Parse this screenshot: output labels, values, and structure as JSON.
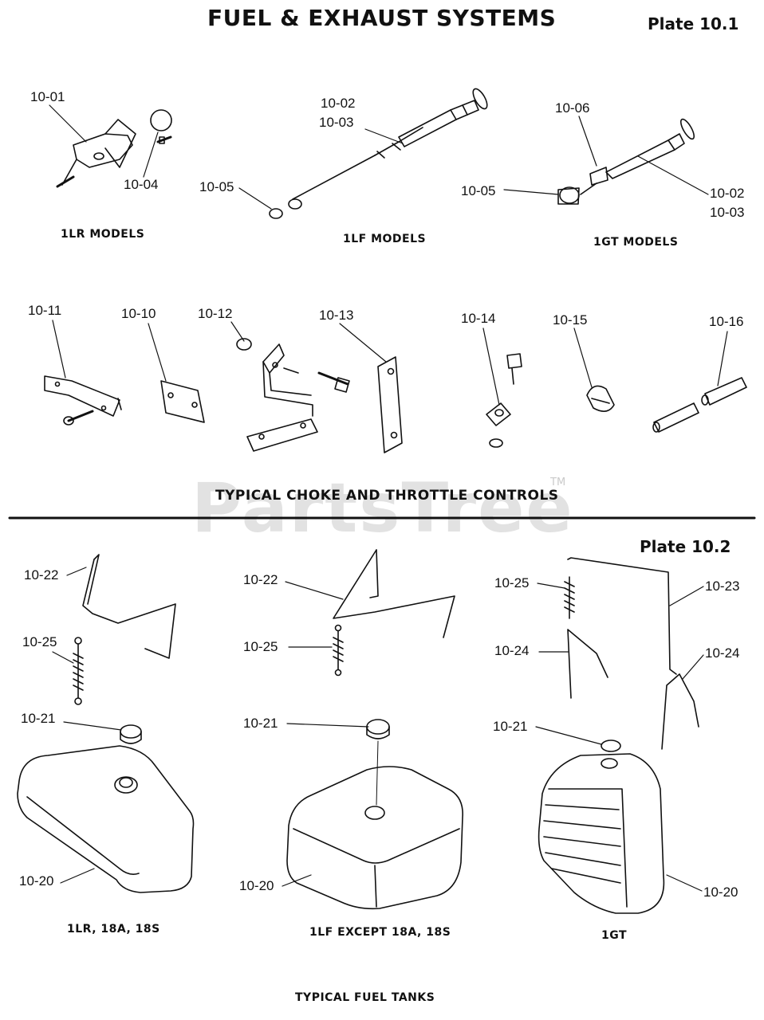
{
  "header": {
    "title": "FUEL & EXHAUST SYSTEMS",
    "plate_top": "Plate 10.1",
    "plate_bottom": "Plate 10.2"
  },
  "watermark": {
    "text": "PartsTree",
    "tm": "TM"
  },
  "captions": {
    "lr_models": "1LR MODELS",
    "lf_models": "1LF MODELS",
    "gt_models": "1GT MODELS",
    "choke_throttle": "TYPICAL CHOKE AND THROTTLE CONTROLS",
    "tank_lr": "1LR, 18A, 18S",
    "tank_lf": "1LF EXCEPT 18A, 18S",
    "tank_gt": "1GT",
    "fuel_tanks": "TYPICAL FUEL TANKS"
  },
  "callouts": {
    "c10_01": "10-01",
    "c10_04": "10-04",
    "c10_02a": "10-02",
    "c10_03a": "10-03",
    "c10_05a": "10-05",
    "c10_06": "10-06",
    "c10_05b": "10-05",
    "c10_02b": "10-02",
    "c10_03b": "10-03",
    "c10_11": "10-11",
    "c10_10": "10-10",
    "c10_12": "10-12",
    "c10_13": "10-13",
    "c10_14": "10-14",
    "c10_15": "10-15",
    "c10_16": "10-16",
    "c10_22a": "10-22",
    "c10_25a": "10-25",
    "c10_21a": "10-21",
    "c10_20a": "10-20",
    "c10_22b": "10-22",
    "c10_25b": "10-25",
    "c10_21b": "10-21",
    "c10_20b": "10-20",
    "c10_25c": "10-25",
    "c10_24a": "10-24",
    "c10_23": "10-23",
    "c10_24b": "10-24",
    "c10_21c": "10-21",
    "c10_20c": "10-20"
  }
}
